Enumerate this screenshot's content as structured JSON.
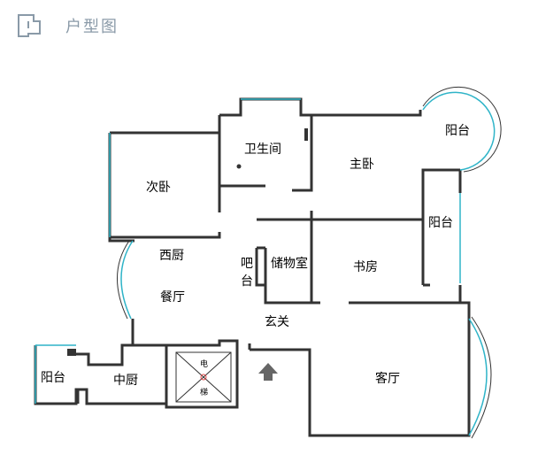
{
  "header": {
    "title": "户型图",
    "icon": "floorplan-icon"
  },
  "colors": {
    "wall": "#333333",
    "glass": "#2fb4c8",
    "header_text": "#8a9aa8",
    "elevator_x": "#e24a4a"
  },
  "rooms": {
    "bathroom": "卫生间",
    "master_bedroom": "主卧",
    "balcony_top_right": "阳台",
    "second_bedroom": "次卧",
    "balcony_right": "阳台",
    "western_kitchen": "西厨",
    "bar_line1": "吧",
    "bar_line2": "台",
    "storage_room": "储物室",
    "study": "书房",
    "dining_room": "餐厅",
    "foyer": "玄关",
    "balcony_left": "阳台",
    "chinese_kitchen": "中厨",
    "living_room": "客厅"
  },
  "elevator": {
    "char1": "电",
    "char2": "梯"
  }
}
